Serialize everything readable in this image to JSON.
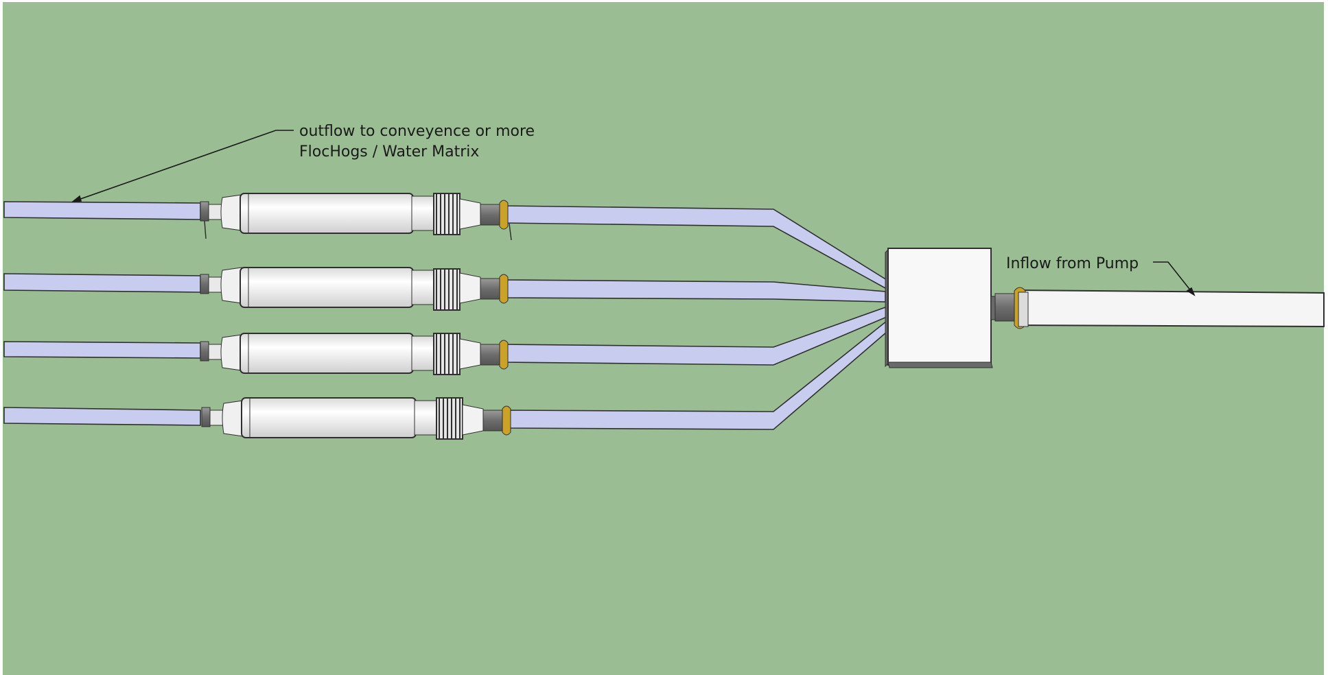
{
  "labels": {
    "outflow_line1": "outflow to conveyence or more",
    "outflow_line2": "FlocHogs / Water Matrix",
    "inflow": "Inflow from Pump"
  },
  "assembly": {
    "hose_lines": 4,
    "components": [
      "outflow-hose",
      "flochog-filter",
      "manifold-hose",
      "manifold-box",
      "inflow-hose"
    ]
  },
  "colors": {
    "background": "#9bbd93",
    "hose": "#c8cdf0",
    "filter": "#f2f2f2",
    "outline": "#2f2f2f",
    "coupling": "#c9a227"
  }
}
